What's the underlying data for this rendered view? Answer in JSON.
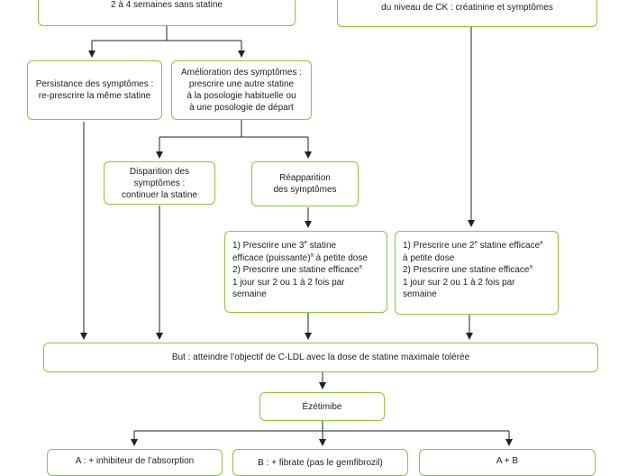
{
  "boxes": {
    "top_left": "2 à 4 semaines sans statine",
    "top_right": "du niveau de CK : créatinine et symptômes",
    "persistance": "Persistance des symptômes :\nre-prescrire la même statine",
    "amelioration": "Amélioration des symptômes :\nprescrire une autre statine\nà la posologie habituelle ou\nà une posologie de départ",
    "disparition": "Disparition des\nsymptômes :\ncontinuer la statine",
    "reapparition": "Réapparition\ndes symptômes",
    "prescribe3": {
      "l1a": "1) Prescrire une 3",
      "l1sup": "e",
      "l1b": " statine",
      "l2a": "efficace (puissante)",
      "l2sup": "a",
      "l2b": " à petite dose",
      "l3a": "2) Prescrire une statine efficace",
      "l3sup": "a",
      "l4": "1 jour sur 2 ou 1 à 2 fois par",
      "l5": "semaine"
    },
    "prescribe2": {
      "l1a": "1) Prescrire une 2",
      "l1sup": "e",
      "l1b": " statine efficace",
      "l1sup2": "a",
      "l2": "à petite dose",
      "l3a": "2) Prescrire une statine efficace",
      "l3sup": "a",
      "l4": "1 jour sur 2 ou 1 à 2 fois par",
      "l5": "semaine"
    },
    "but": "But : atteindre l’objectif de C-LDL avec la dose de statine maximale tolérée",
    "ezetimibe": "Ézétimibe",
    "option_a": "A : + inhibiteur de l’absorption",
    "option_b": "B : + fibrate (pas le gemfibrozil)",
    "option_ab": "A + B"
  },
  "colors": {
    "border": "#8cc63f",
    "arrow": "#222222"
  }
}
